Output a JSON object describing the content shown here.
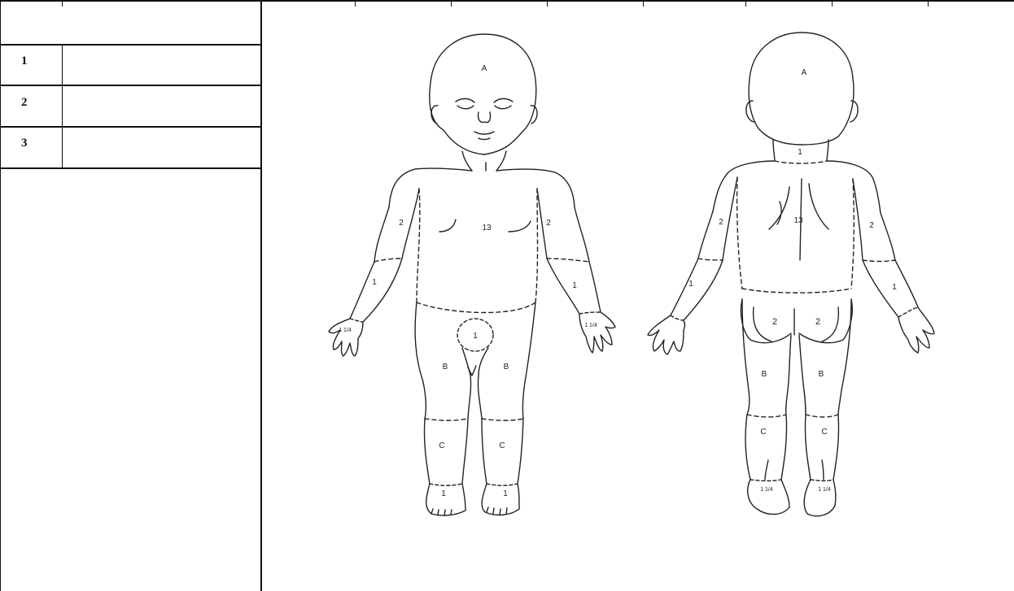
{
  "table": {
    "rows": [
      {
        "num": "1",
        "value": ""
      },
      {
        "num": "2",
        "value": ""
      },
      {
        "num": "3",
        "value": ""
      }
    ]
  },
  "front_labels": {
    "head": "A",
    "chest": "13",
    "upper_arm_left": "2",
    "upper_arm_right": "2",
    "forearm_left": "1",
    "forearm_right": "1",
    "hand_left": "1 1/4",
    "hand_right": "1 1/4",
    "genital": "1",
    "thigh_left": "B",
    "thigh_right": "B",
    "shin_left": "C",
    "shin_right": "C",
    "foot_left": "1",
    "foot_right": "1"
  },
  "back_labels": {
    "head": "A",
    "neck": "1",
    "back": "13",
    "upper_arm_left": "2",
    "upper_arm_right": "2",
    "forearm_left": "1",
    "forearm_right": "1",
    "buttock_left": "2",
    "buttock_right": "2",
    "thigh_left": "B",
    "thigh_right": "B",
    "shin_left": "C",
    "shin_right": "C",
    "foot_left": "1 1/4",
    "foot_right": "1 1/4"
  }
}
